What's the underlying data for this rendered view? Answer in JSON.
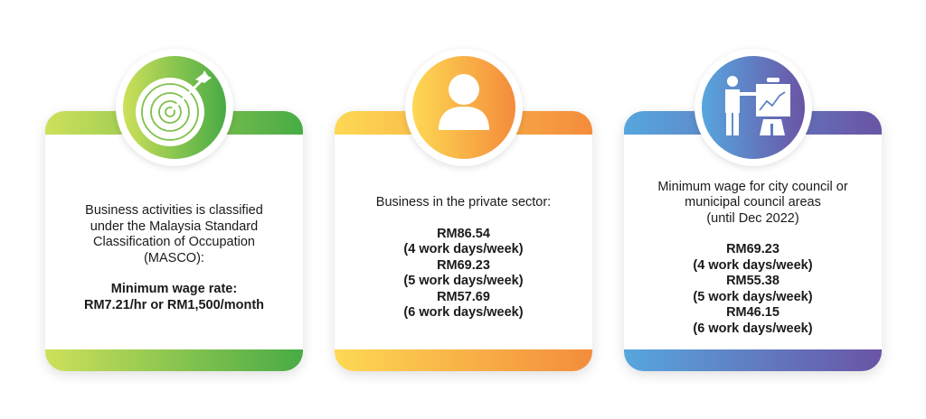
{
  "colors": {
    "green": [
      "#cde05a",
      "#48ab45"
    ],
    "orange": [
      "#fdd853",
      "#f48c3c"
    ],
    "blue": [
      "#57a6de",
      "#6a54a5"
    ]
  },
  "cards": [
    {
      "icon": "target-icon",
      "description": "Business activities is classified\nunder the Malaysia Standard\nClassification of Occupation\n(MASCO):",
      "highlight": "Minimum wage rate:\nRM7.21/hr or RM1,500/month"
    },
    {
      "icon": "person-icon",
      "description": "Business in the private sector:",
      "highlight": "RM86.54\n(4 work days/week)\nRM69.23\n(5 work days/week)\nRM57.69\n(6 work days/week)"
    },
    {
      "icon": "presentation-icon",
      "description": "Minimum wage for city council or\nmunicipal council areas\n(until Dec 2022)",
      "highlight": "RM69.23\n(4 work days/week)\nRM55.38\n(5 work days/week)\nRM46.15\n(6 work days/week)"
    }
  ]
}
